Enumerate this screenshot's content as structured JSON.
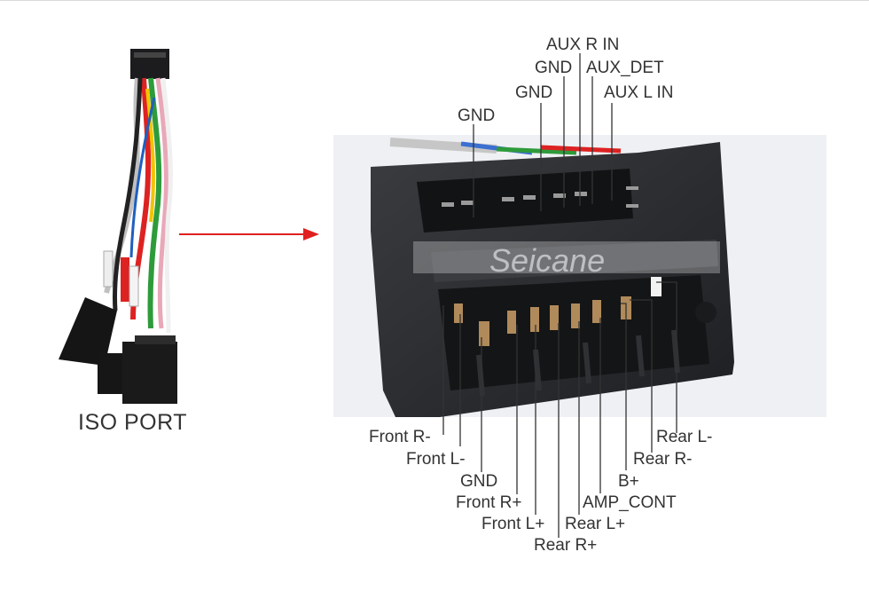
{
  "iso_port_label": "ISO PORT",
  "watermark": "Seicane",
  "top_pins": [
    {
      "id": "aux-r-in",
      "label": "AUX R IN"
    },
    {
      "id": "gnd-top-2",
      "label": "GND"
    },
    {
      "id": "aux-det",
      "label": "AUX_DET"
    },
    {
      "id": "gnd-top-3",
      "label": "GND"
    },
    {
      "id": "aux-l-in",
      "label": "AUX L IN"
    },
    {
      "id": "gnd-top-1",
      "label": "GND"
    }
  ],
  "bottom_pins": [
    {
      "id": "front-r-minus",
      "label": "Front R-"
    },
    {
      "id": "front-l-minus",
      "label": "Front L-"
    },
    {
      "id": "gnd-bottom",
      "label": "GND"
    },
    {
      "id": "front-r-plus",
      "label": "Front R+"
    },
    {
      "id": "front-l-plus",
      "label": "Front L+"
    },
    {
      "id": "rear-r-plus",
      "label": "Rear R+"
    },
    {
      "id": "rear-l-plus",
      "label": "Rear L+"
    },
    {
      "id": "amp-cont",
      "label": "AMP_CONT"
    },
    {
      "id": "b-plus",
      "label": "B+"
    },
    {
      "id": "rear-r-minus",
      "label": "Rear R-"
    },
    {
      "id": "rear-l-minus",
      "label": "Rear L-"
    }
  ],
  "colors": {
    "arrow": "#e02020",
    "connector_body": "#2b2d30",
    "leader_line": "#333333",
    "text": "#333333"
  }
}
